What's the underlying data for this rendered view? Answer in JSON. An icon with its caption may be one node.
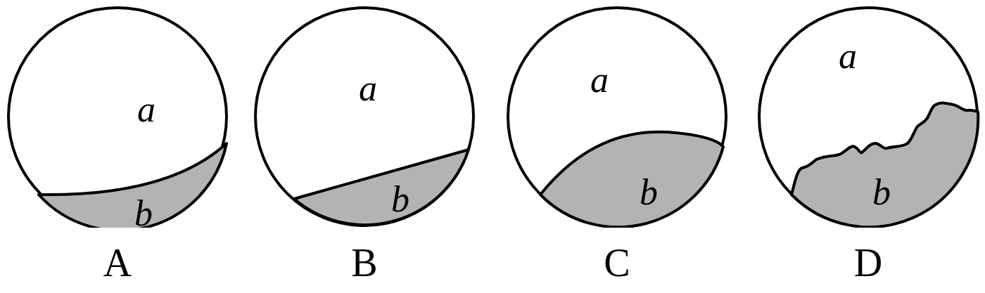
{
  "diagram": {
    "nodes": [
      {
        "text": [
          "a",
          "A"
        ]
      },
      {
        "text": [
          "b"
        ],
        "in": 0
      },
      {
        "text": [
          "a",
          "B"
        ]
      },
      {
        "text": [
          "b"
        ],
        "in": 2
      },
      {
        "text": [
          "a",
          "C"
        ]
      },
      {
        "text": [
          "b"
        ],
        "in": 4
      },
      {
        "text": [
          "a",
          "D"
        ]
      },
      {
        "text": [
          "b"
        ],
        "in": 6
      }
    ],
    "edges": []
  }
}
